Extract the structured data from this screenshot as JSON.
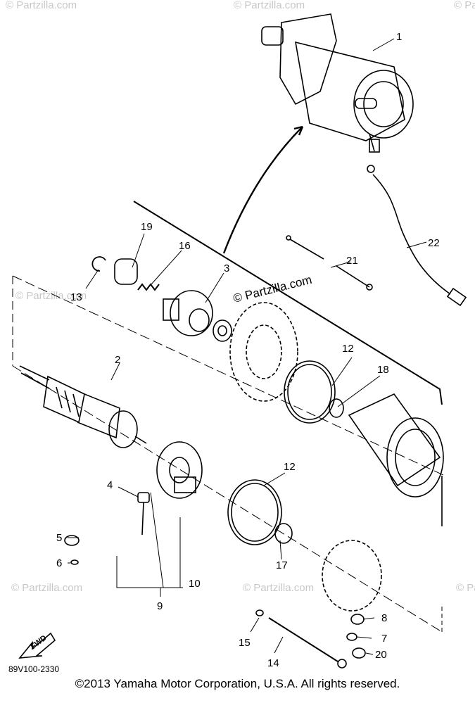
{
  "diagram": {
    "callouts": [
      {
        "id": "1",
        "label": "1"
      },
      {
        "id": "2",
        "label": "2"
      },
      {
        "id": "3",
        "label": "3"
      },
      {
        "id": "4",
        "label": "4"
      },
      {
        "id": "5",
        "label": "5"
      },
      {
        "id": "6",
        "label": "6"
      },
      {
        "id": "7",
        "label": "7"
      },
      {
        "id": "8",
        "label": "8"
      },
      {
        "id": "9",
        "label": "9"
      },
      {
        "id": "10",
        "label": "10"
      },
      {
        "id": "12a",
        "label": "12"
      },
      {
        "id": "12b",
        "label": "12"
      },
      {
        "id": "13",
        "label": "13"
      },
      {
        "id": "14",
        "label": "14"
      },
      {
        "id": "15",
        "label": "15"
      },
      {
        "id": "16",
        "label": "16"
      },
      {
        "id": "17",
        "label": "17"
      },
      {
        "id": "18",
        "label": "18"
      },
      {
        "id": "19",
        "label": "19"
      },
      {
        "id": "20",
        "label": "20"
      },
      {
        "id": "21",
        "label": "21"
      },
      {
        "id": "22",
        "label": "22"
      }
    ],
    "fwd_label": "FWD",
    "drawing_code": "89V100-2330"
  },
  "watermark": {
    "main": "© Partzilla.com",
    "repeat": "© Partzilla.com"
  },
  "footer": {
    "copyright": "©2013 Yamaha Motor Corporation, U.S.A. All rights reserved."
  }
}
